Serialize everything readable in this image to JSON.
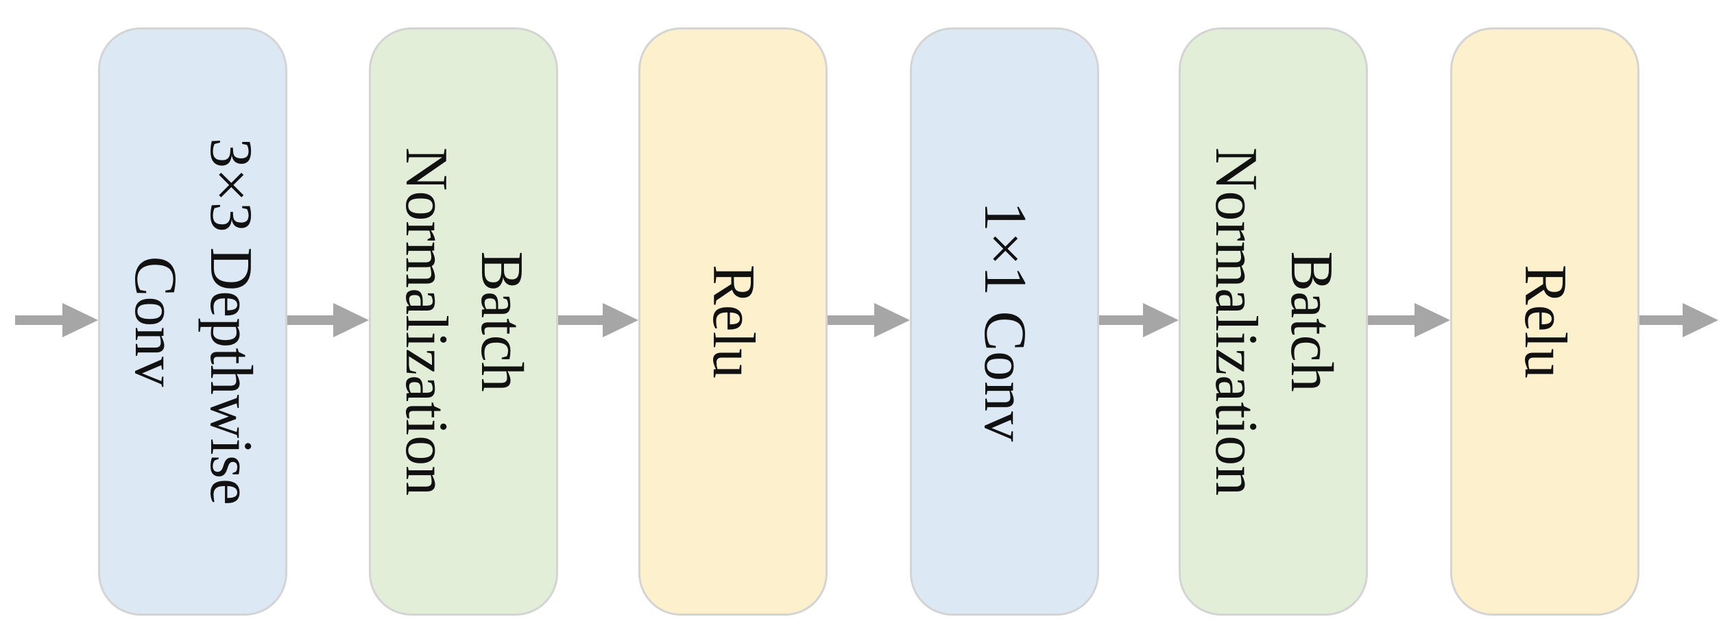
{
  "diagram": {
    "blocks": [
      {
        "id": "depthwise-conv",
        "lines": [
          "3×3 Depthwise",
          "Conv"
        ],
        "fill": "#dde8f5"
      },
      {
        "id": "batch-norm-1",
        "lines": [
          "Batch",
          "Normalization"
        ],
        "fill": "#e2eed7"
      },
      {
        "id": "relu-1",
        "lines": [
          "Relu"
        ],
        "fill": "#fdf0cd"
      },
      {
        "id": "pointwise-conv",
        "lines": [
          "1×1 Conv"
        ],
        "fill": "#dde8f5"
      },
      {
        "id": "batch-norm-2",
        "lines": [
          "Batch",
          "Normalization"
        ],
        "fill": "#e2eed7"
      },
      {
        "id": "relu-2",
        "lines": [
          "Relu"
        ],
        "fill": "#fdf0cd"
      }
    ],
    "arrow_color": "#a6a6a6",
    "border_color": "#d4d4d4"
  }
}
